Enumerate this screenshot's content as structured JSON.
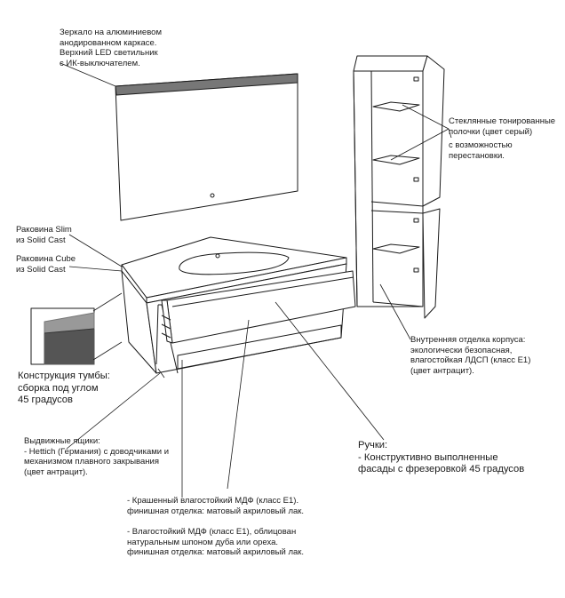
{
  "labels": {
    "mirror": [
      "Зеркало на алюминиевом",
      "анодированном каркасе.",
      "Верхний LED светильник",
      "с ИК-выключателем."
    ],
    "sink_slim": [
      "Раковина Slim",
      "из Solid Cast"
    ],
    "sink_cube": [
      "Раковина Cube",
      "из Solid Cast"
    ],
    "glass_shelves": [
      "Стеклянные тонированные",
      "полочки (цвет серый)"
    ],
    "repositionable": [
      "с возможностью",
      "перестановки."
    ],
    "interior_finish": [
      "Внутренняя отделка корпуса:",
      "экологически безопасная,",
      "влагостойкая ЛДСП (класс Е1)",
      "(цвет антрацит)."
    ],
    "cabinet_construction": [
      "Конструкция тумбы:",
      "сборка под углом",
      "45 градусов"
    ],
    "drawers": [
      "Выдвижные ящики:",
      "- Hettich (Германия) с доводчиками и",
      "механизмом плавного закрывания",
      "(цвет антрацит)."
    ],
    "handles": [
      "Ручки:",
      "- Конструктивно выполненные",
      "фасады с фрезеровкой 45 градусов"
    ],
    "finish_painted": [
      "- Крашенный влагостойкий МДФ (класс Е1).",
      "финишная отделка: матовый акриловый лак."
    ],
    "finish_veneer": [
      "- Влагостойкий МДФ (класс Е1), облицован",
      "натуральным шпоном дуба или ореха.",
      "финишная отделка:  матовый акриловый лак."
    ]
  },
  "colors": {
    "line": "#1a1a1a",
    "inset_dark": "#555555",
    "mirror_light": "#777777"
  }
}
